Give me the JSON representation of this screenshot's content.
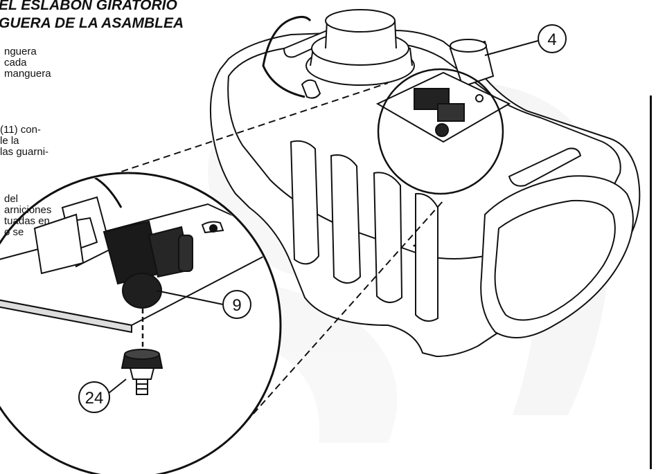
{
  "heading": {
    "line1": "EL ESLABON GIRATORIO",
    "line2": "GUERA DE LA ASAMBLEA"
  },
  "instructions": [
    "nguera",
    "cada",
    "manguera",
    "(11) con-",
    "le la",
    "las guarni-",
    "del",
    "arniciones",
    "tuadas en",
    "o se"
  ],
  "callouts": {
    "tank_fitting": "4",
    "elbow": "9",
    "swivel_barb": "24"
  }
}
